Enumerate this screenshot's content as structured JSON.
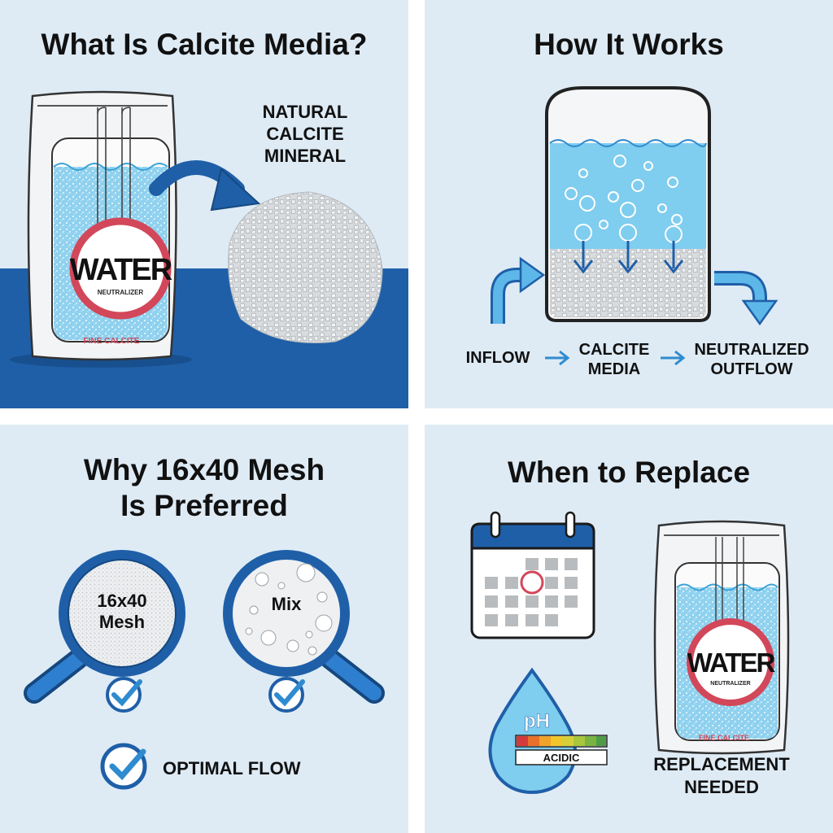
{
  "colors": {
    "background": "#deebf5",
    "accent_blue": "#1f5fa8",
    "water_blue": "#8fd1ee",
    "badge_red": "#d2475a",
    "arrow_blue": "#2f8bd0"
  },
  "panel_what": {
    "title": "What Is Calcite Media?",
    "bag": {
      "brand": "WATER",
      "subtitle": "NEUTRALIZER",
      "footer": "FINE CALCITE"
    },
    "mineral_label": [
      "NATURAL",
      "CALCITE",
      "MINERAL"
    ]
  },
  "panel_how": {
    "title": "How It Works",
    "flow": {
      "inflow": "INFLOW",
      "media": [
        "CALCITE",
        "MEDIA"
      ],
      "outflow": [
        "NEUTRALIZED",
        "OUTFLOW"
      ]
    }
  },
  "panel_mesh": {
    "title_lines": [
      "Why 16x40 Mesh",
      "Is Preferred"
    ],
    "lens_left": [
      "16x40",
      "Mesh"
    ],
    "lens_right": "Mix",
    "result": "OPTIMAL FLOW"
  },
  "panel_replace": {
    "title": "When to Replace",
    "ph_label": "pH",
    "ph_strip": "ACIDIC",
    "bag": {
      "brand": "WATER",
      "subtitle": "NEUTRALIZER",
      "footer": "FINE CALCITE"
    },
    "replace_label": [
      "REPLACEMENT",
      "NEEDED"
    ]
  }
}
